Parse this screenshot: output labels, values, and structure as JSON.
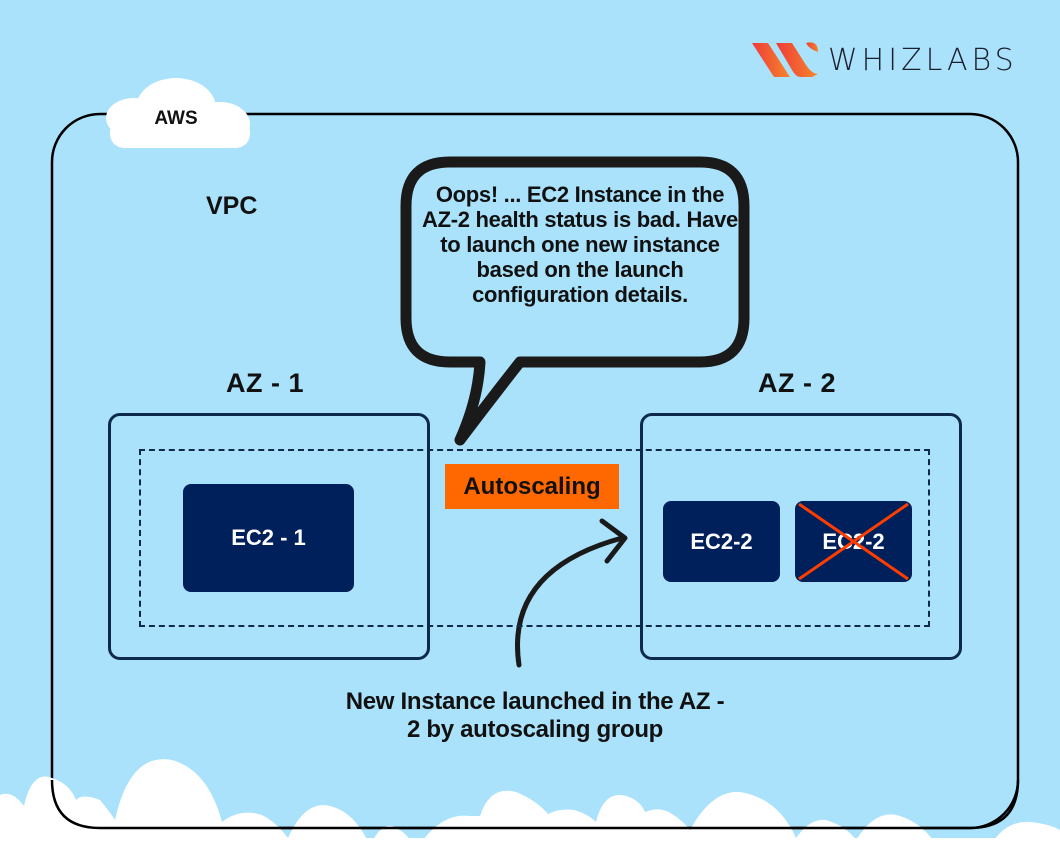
{
  "brand": {
    "name": "WHIZLABS",
    "logo_icon": "whizlabs-w-logo-icon",
    "logo_colors": [
      "#ee3c39",
      "#f7852a"
    ]
  },
  "diagram": {
    "cloud_label": "AWS",
    "vpc_label": "VPC",
    "speech_bubble": "Oops! ... EC2 Instance in the AZ-2 health status is bad. Have to launch one new instance based on the launch configuration details.",
    "availability_zones": [
      {
        "label": "AZ - 1",
        "instances": [
          {
            "label": "EC2 - 1",
            "status": "healthy"
          }
        ]
      },
      {
        "label": "AZ - 2",
        "instances": [
          {
            "label": "EC2-2",
            "status": "new"
          },
          {
            "label": "EC2-2",
            "status": "unhealthy-crossed-out"
          }
        ]
      }
    ],
    "autoscaling_label": "Autoscaling",
    "caption": "New Instance launched in the AZ - 2 by autoscaling group"
  },
  "colors": {
    "background": "#aae2fb",
    "instance_fill": "#00205b",
    "autoscaling_tag": "#ff6700",
    "cross_mark": "#ff3d00",
    "zone_border": "#0d2a4a"
  }
}
